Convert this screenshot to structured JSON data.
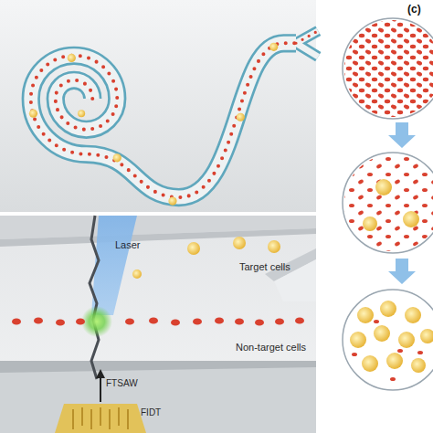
{
  "diagram": {
    "labels": [
      "(c)",
      "Laser",
      "Target cells",
      "Non-target cells",
      "FTSAW",
      "FIDT"
    ]
  }
}
